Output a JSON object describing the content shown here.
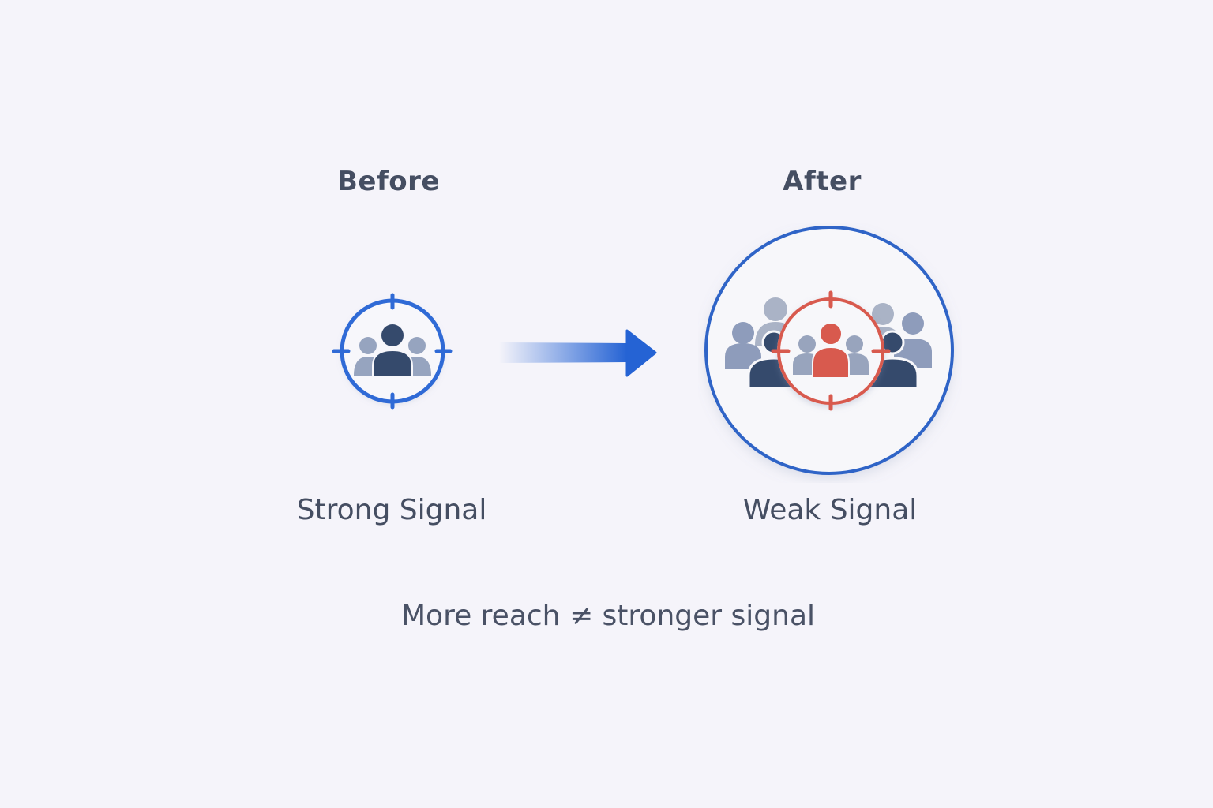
{
  "before": {
    "heading": "Before",
    "caption": "Strong Signal",
    "icon": "target-small-audience-icon",
    "ring_color": "#2f6ad6"
  },
  "transition": {
    "icon": "arrow-right-icon",
    "color": "#2563d4"
  },
  "after": {
    "heading": "After",
    "caption": "Weak Signal",
    "icon": "target-large-audience-icon",
    "outer_ring_color": "#2f64c7",
    "target_color": "#d85a4e"
  },
  "footer": {
    "tagline": "More reach ≠ stronger signal"
  },
  "colors": {
    "background": "#f5f4fa",
    "text": "#454e62",
    "person_dark": "#354a6c",
    "person_light": "#96a4bf",
    "person_back": "#aab3c6"
  }
}
